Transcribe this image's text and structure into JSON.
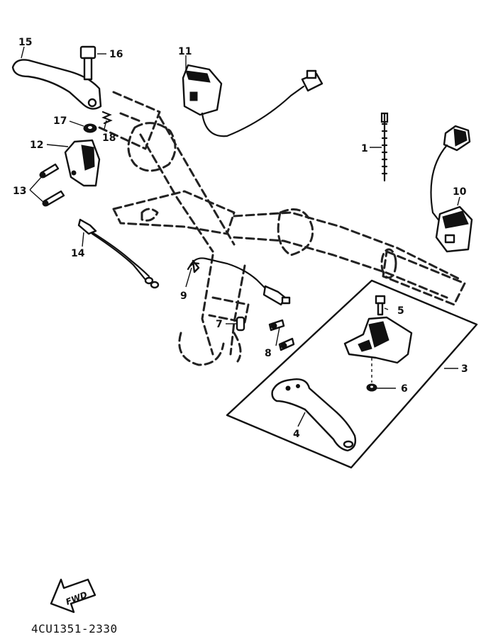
{
  "callouts": {
    "c1": "1",
    "c3": "3",
    "c4": "4",
    "c5": "5",
    "c6": "6",
    "c7": "7",
    "c8": "8",
    "c9": "9",
    "c10": "10",
    "c11": "11",
    "c12": "12",
    "c13": "13",
    "c14": "14",
    "c15": "15",
    "c16": "16",
    "c17": "17",
    "c18": "18"
  },
  "fwd_label": "FWD",
  "drawing_code": "4CU1351-2330"
}
